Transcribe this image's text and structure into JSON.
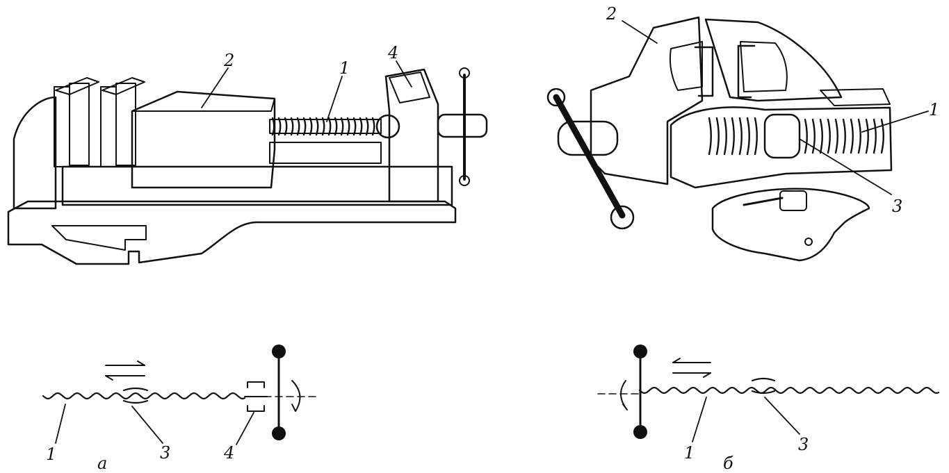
{
  "colors": {
    "ink": "#111111",
    "paper": "#ffffff",
    "shade": "#9a9a9a"
  },
  "left_vise": {
    "labels": {
      "screw": "1",
      "movable_jaw": "2",
      "nut_bracket": "4"
    }
  },
  "right_vise": {
    "labels": {
      "jaw": "2",
      "screw": "1",
      "nut": "3"
    }
  },
  "scheme_a": {
    "caption": "а",
    "labels": {
      "screw": "1",
      "nut": "3",
      "bearing": "4"
    }
  },
  "scheme_b": {
    "caption": "б",
    "labels": {
      "screw": "1",
      "nut": "3"
    }
  }
}
